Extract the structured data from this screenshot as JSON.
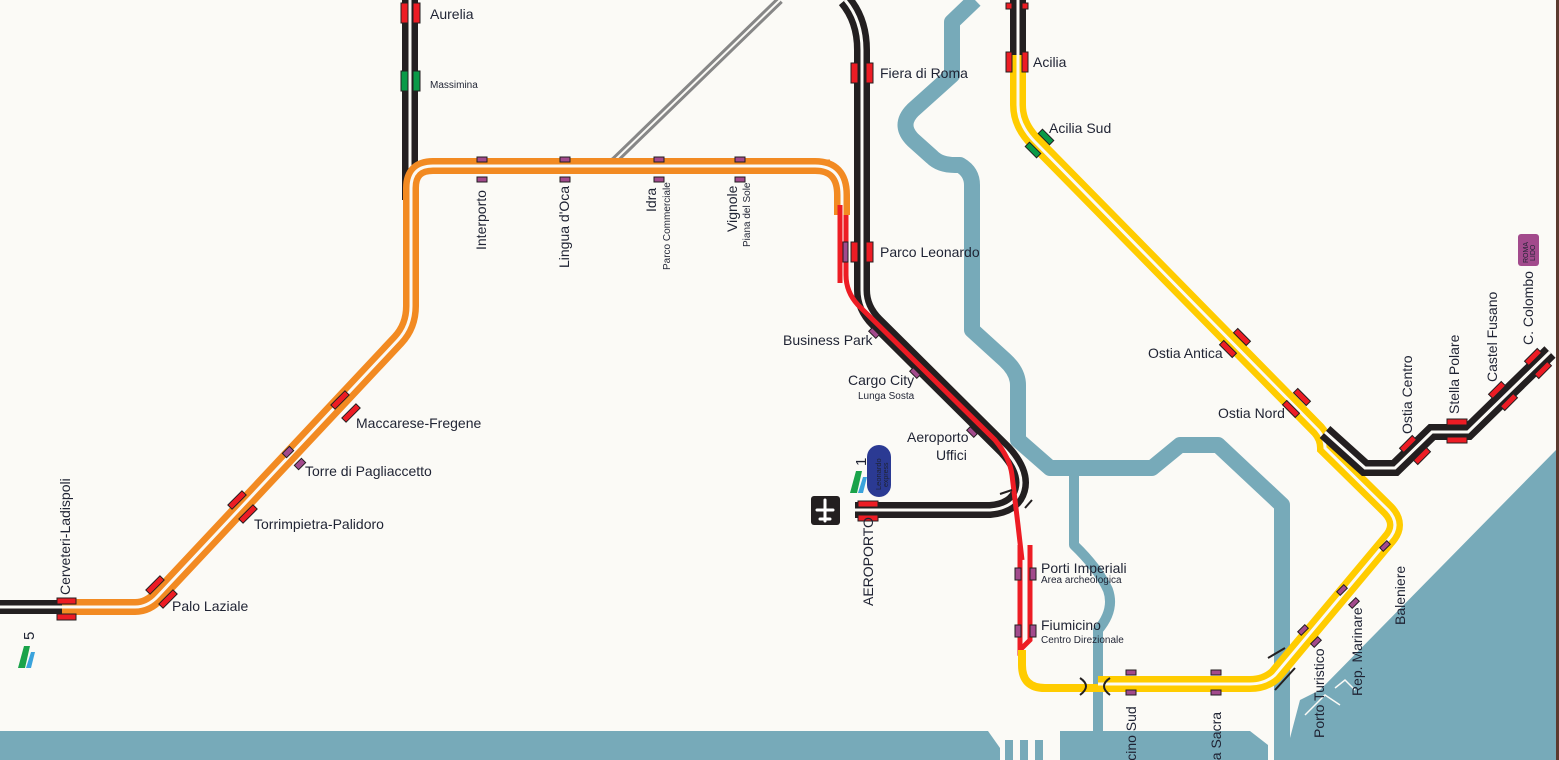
{
  "colors": {
    "background": "#fbfaf6",
    "water": "#77aab9",
    "fl5_line": "#f28a22",
    "fl1_line": "#231f20",
    "fl1_metro_red": "#ed1c24",
    "lido_yellow": "#ffcc00",
    "grey_line": "#878787",
    "station_red": "#ed1c24",
    "station_green": "#0a9a48",
    "station_purple": "#a24a8c",
    "leonardo_badge": "#2b3a93",
    "roma_lido_badge": "#a24a8c",
    "label_text": "#1f2333",
    "fr_logo_green": "#1aa34a",
    "fr_logo_blue": "#3aa3dc"
  },
  "lines": {
    "fr5": {
      "badge": "R 5",
      "number": "5"
    },
    "fr1": {
      "badge": "R 1",
      "number": "1"
    },
    "leonardo_express": {
      "line1": "Leonardo",
      "line2": "express"
    },
    "roma_lido": {
      "line1": "ROMA",
      "line2": "LIDO"
    }
  },
  "stations": {
    "aurelia": "Aurelia",
    "massimina": "Massimina",
    "cerveteri": "Cerveteri-Ladispoli",
    "palo_laziale": "Palo Laziale",
    "torrimpietra": "Torrimpietra-Palidoro",
    "torre_pagliaccetto": "Torre di Pagliaccetto",
    "maccarese": "Maccarese-Fregene",
    "interporto": "Interporto",
    "lingua_oca": "Lingua d'Oca",
    "idra": "Idra",
    "idra_sub": "Parco Commerciale",
    "vignole": "Vignole",
    "vignole_sub": "Piana del Sole",
    "fiera_roma": "Fiera di Roma",
    "parco_leonardo": "Parco Leonardo",
    "business_park": "Business Park",
    "cargo_city": "Cargo City",
    "cargo_city_sub": "Lunga Sosta",
    "aeroporto_uffici_1": "Aeroporto",
    "aeroporto_uffici_2": "Uffici",
    "aeroporto": "AEROPORTO",
    "porti_imperiali": "Porti Imperiali",
    "porti_imperiali_sub": "Area archeologica",
    "fiumicino": "Fiumicino",
    "fiumicino_sub": "Centro Direzionale",
    "fiumicino_sud": "Fiumicino Sud",
    "isola_sacra": "Isola Sacra",
    "porto_turistico": "Porto Turistico",
    "rep_marinare": "Rep. Marinare",
    "baleniere": "Baleniere",
    "acilia": "Acilia",
    "acilia_sud": "Acilia Sud",
    "ostia_antica": "Ostia Antica",
    "ostia_nord": "Ostia Nord",
    "ostia_centro": "Ostia Centro",
    "stella_polare": "Stella Polare",
    "castel_fusano": "Castel Fusano",
    "c_colombo": "C. Colombo"
  },
  "icons": {
    "airport": "airplane-icon"
  }
}
